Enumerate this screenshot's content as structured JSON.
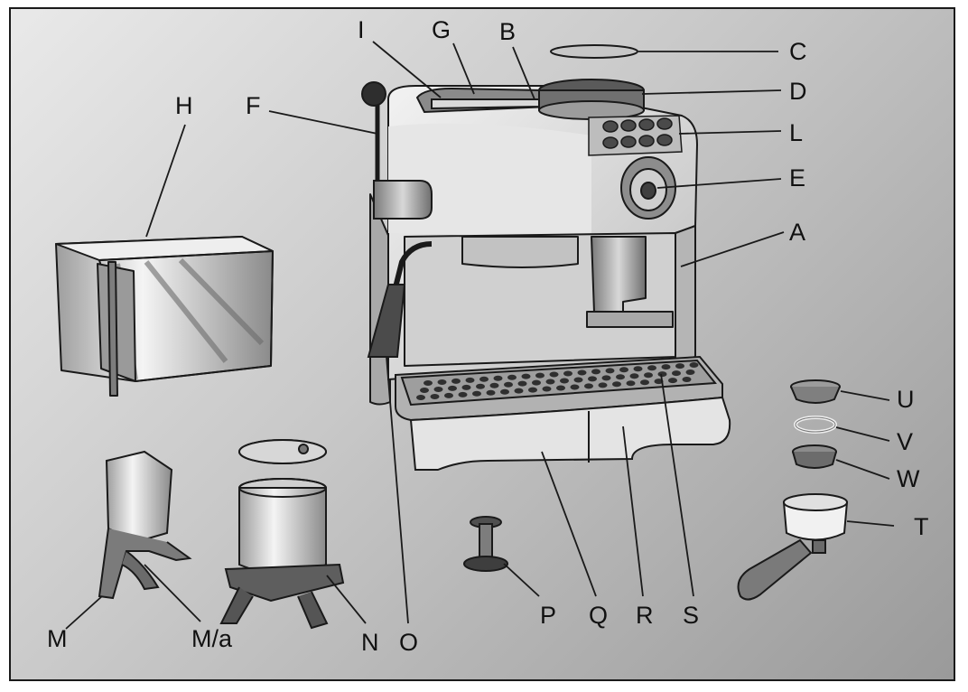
{
  "labels": {
    "A": "A",
    "B": "B",
    "C": "C",
    "D": "D",
    "E": "E",
    "F": "F",
    "G": "G",
    "H": "H",
    "I": "I",
    "L": "L",
    "M": "M",
    "M_a": "M/a",
    "N": "N",
    "O": "O",
    "P": "P",
    "Q": "Q",
    "R": "R",
    "S": "S",
    "T": "T",
    "U": "U",
    "V": "V",
    "W": "W"
  },
  "colors": {
    "background_light": "#e9e9e9",
    "background_dark": "#9a9a9a",
    "line": "#1a1a1a",
    "body": "#dcdcdc",
    "shadow": "#8c8c8c"
  }
}
